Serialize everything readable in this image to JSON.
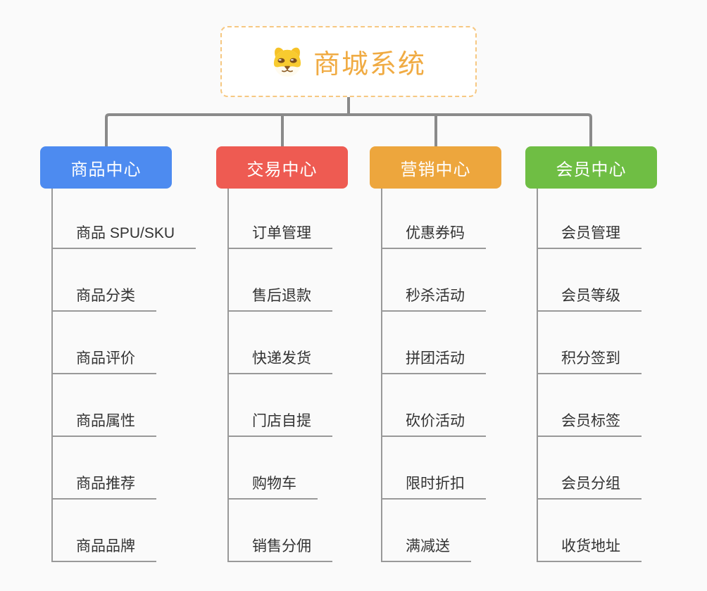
{
  "root": {
    "title": "商城系统",
    "icon": "dog-face-icon",
    "title_color": "#f0ab43",
    "border_color": "#f6c882",
    "background": "#ffffff"
  },
  "branches": [
    {
      "label": "商品中心",
      "color": "#4d8bf0",
      "children": [
        "商品 SPU/SKU",
        "商品分类",
        "商品评价",
        "商品属性",
        "商品推荐",
        "商品品牌"
      ]
    },
    {
      "label": "交易中心",
      "color": "#ee5b52",
      "children": [
        "订单管理",
        "售后退款",
        "快递发货",
        "门店自提",
        "购物车",
        "销售分佣"
      ]
    },
    {
      "label": "营销中心",
      "color": "#eda63d",
      "children": [
        "优惠券码",
        "秒杀活动",
        "拼团活动",
        "砍价活动",
        "限时折扣",
        "满减送"
      ]
    },
    {
      "label": "会员中心",
      "color": "#6fbe44",
      "children": [
        "会员管理",
        "会员等级",
        "积分签到",
        "会员标签",
        "会员分组",
        "收货地址"
      ]
    }
  ],
  "style": {
    "background": "#fafafa",
    "connector_color": "#8a8a8a",
    "leaf_line_color": "#999999",
    "leaf_text_color": "#333333"
  }
}
